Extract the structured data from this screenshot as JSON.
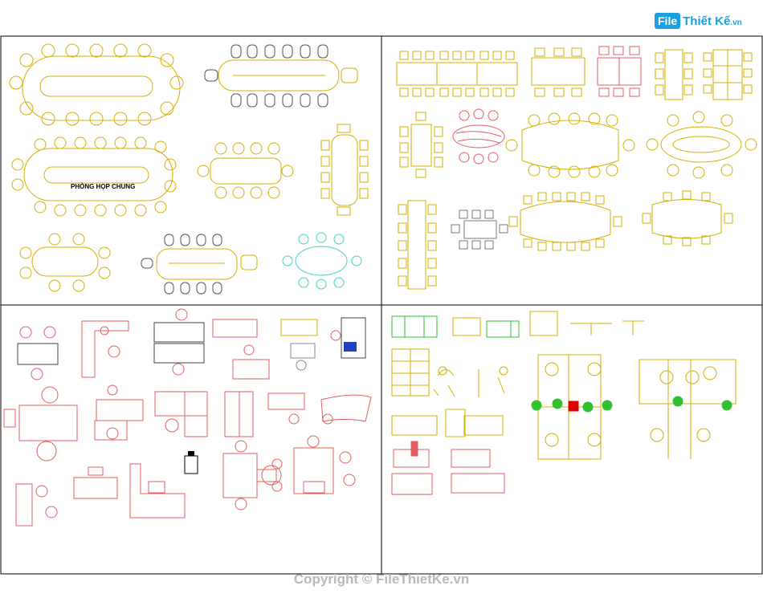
{
  "logo": {
    "badge": "File",
    "name": "Thiết Kế",
    "domain": ".vn"
  },
  "labels": {
    "meeting_room": "PHÒNG HỌP CHUNG"
  },
  "footer": {
    "copyright": "Copyright © FileThietKe.vn"
  },
  "colors": {
    "frame": "#000000",
    "yellow": "#d4b000",
    "orange": "#e87020",
    "red": "#e06060",
    "cyan": "#40d0c0",
    "green": "#30c030",
    "gray": "#888888",
    "accent_red": "#e00000",
    "brand": "#1aa0e0"
  },
  "quadrants": [
    "conference-tables-left",
    "conference-tables-right",
    "office-desks",
    "workstations"
  ]
}
